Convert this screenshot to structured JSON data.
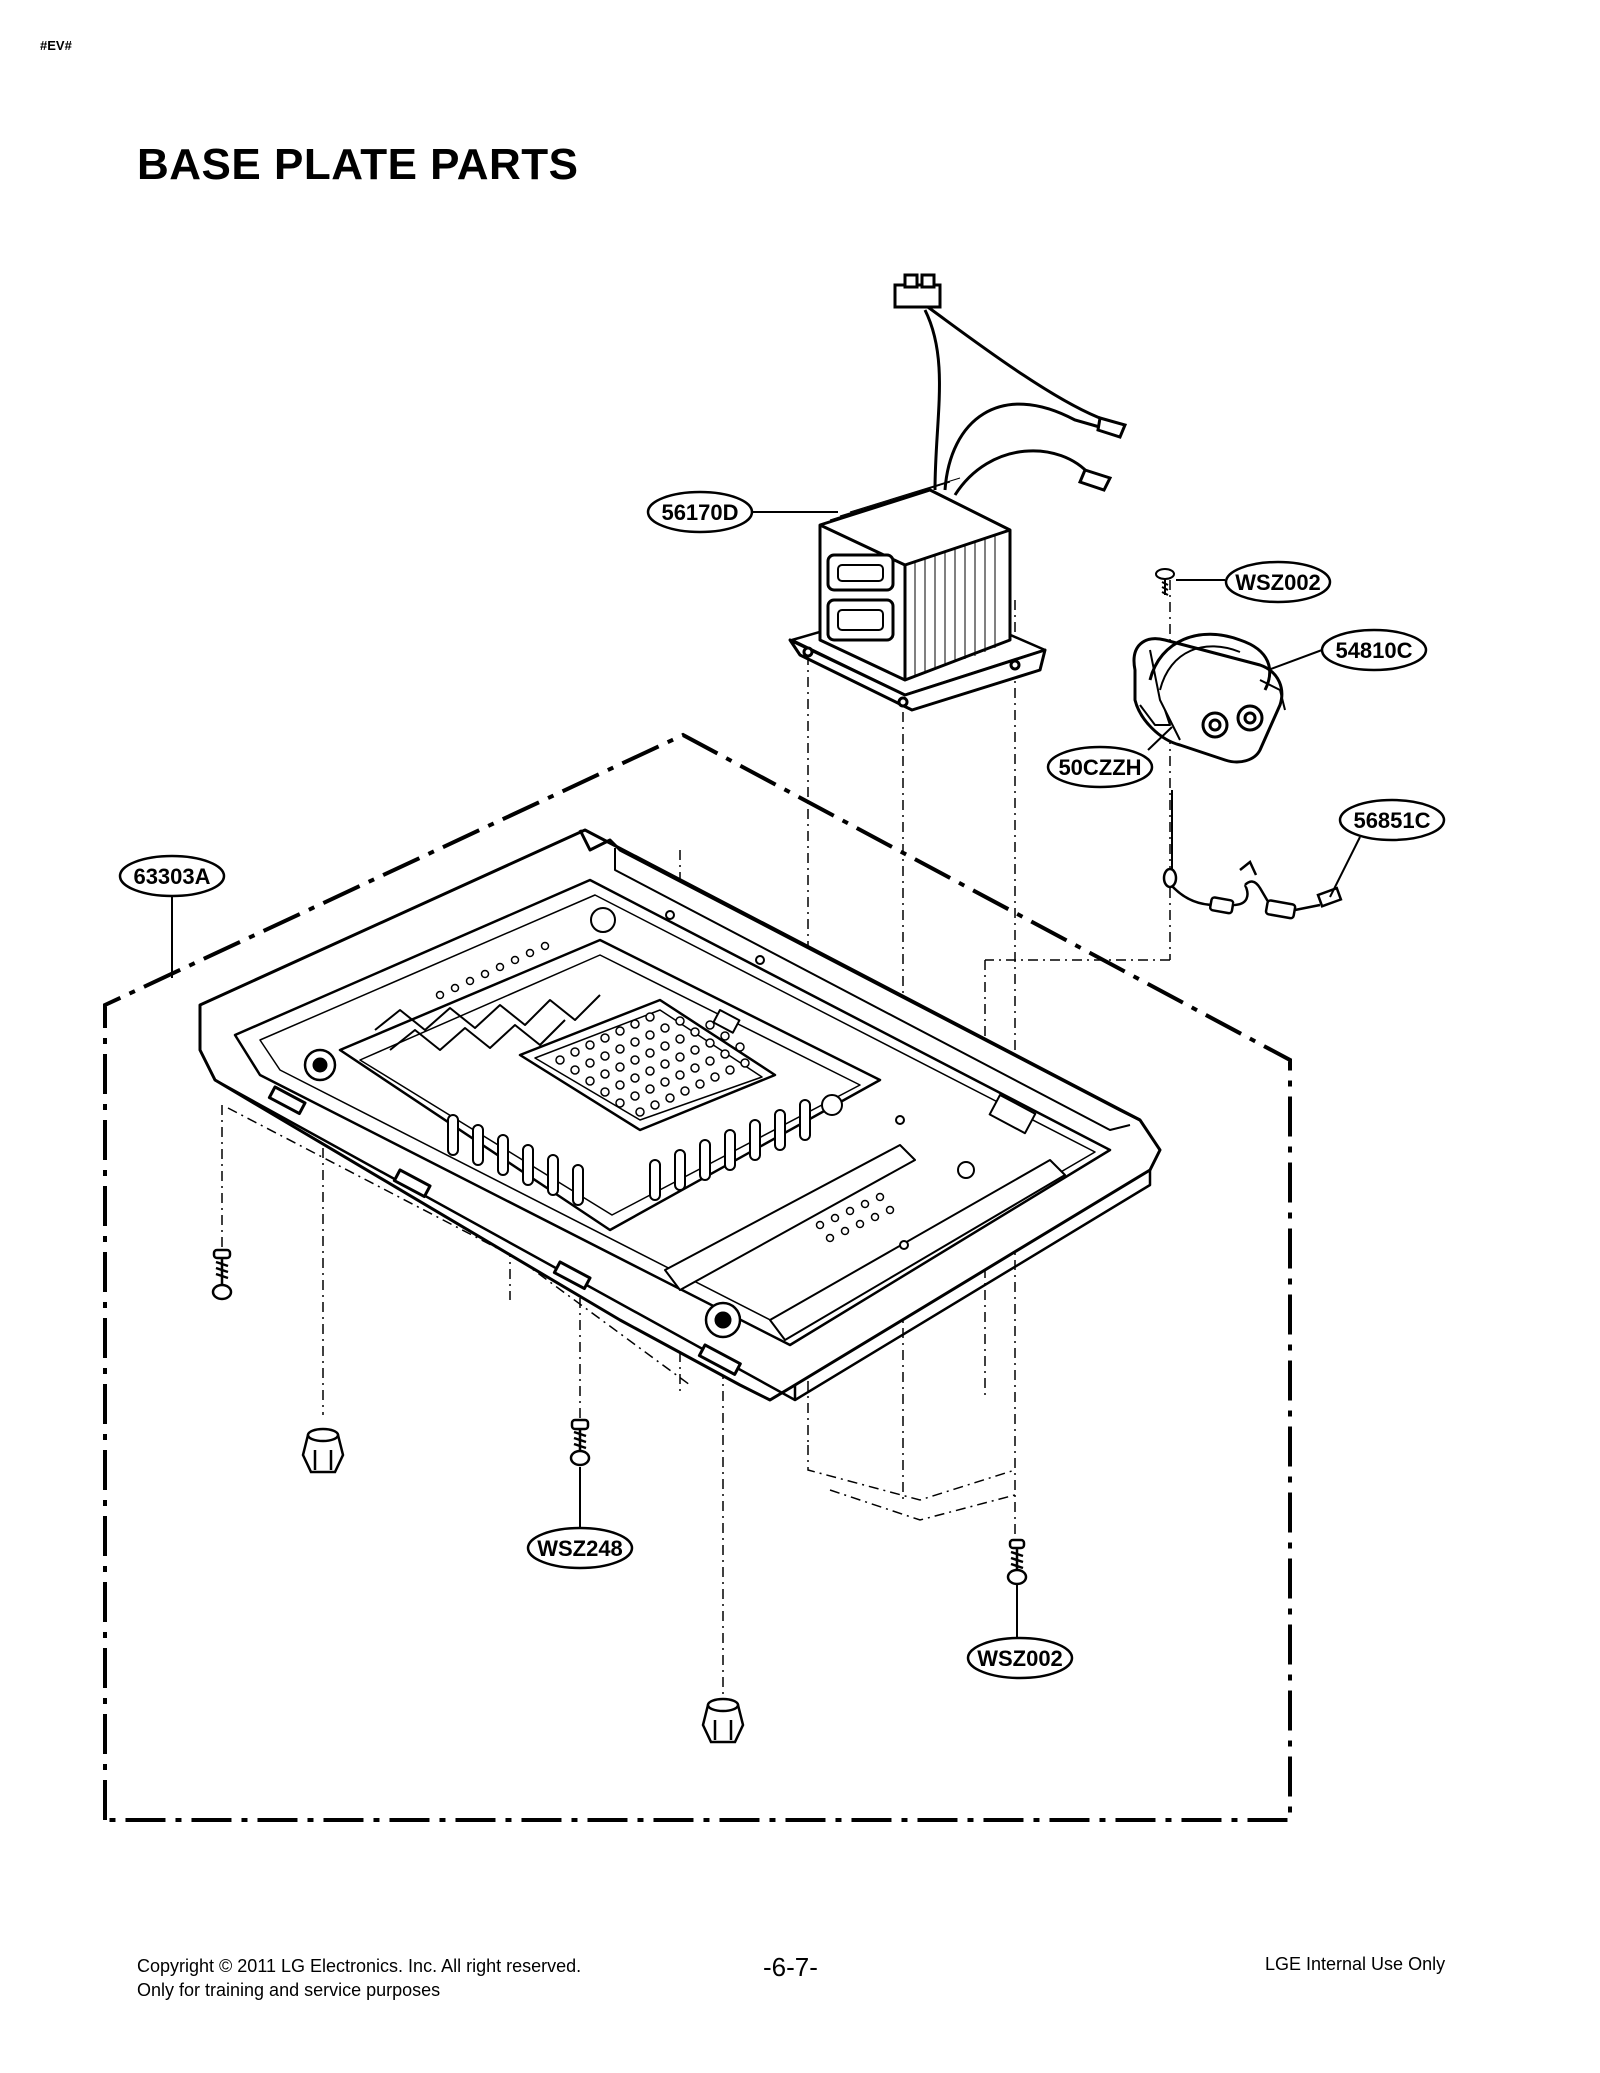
{
  "doc_marker": "#EV#",
  "title": "BASE PLATE PARTS",
  "callouts": {
    "transformer": "56170D",
    "screw_top": "WSZ002",
    "capacitor": "54810C",
    "capacitor_bracket": "50CZZH",
    "diode": "56851C",
    "base_plate": "63303A",
    "screw_front": "WSZ248",
    "screw_bottom": "WSZ002"
  },
  "footer": {
    "copyright": "Copyright © 2011 LG Electronics. Inc. All right reserved.",
    "purpose": "Only for training and service purposes",
    "page_number": "-6-7-",
    "internal": "LGE Internal Use Only"
  }
}
